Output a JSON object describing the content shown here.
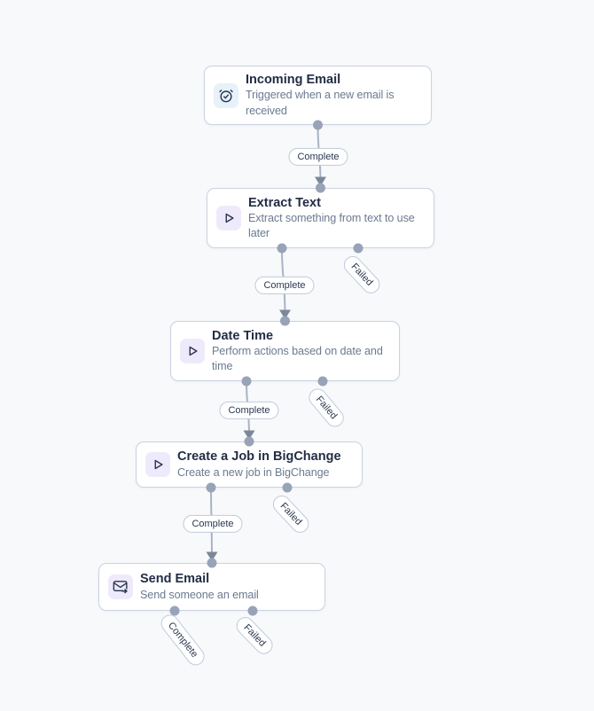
{
  "workflow": {
    "nodes": [
      {
        "id": "incoming-email",
        "type": "trigger",
        "icon": "alarm-clock-check-icon",
        "icon_bg": "#e7f1fa",
        "title": "Incoming Email",
        "subtitle": "Triggered when a new email is received"
      },
      {
        "id": "extract-text",
        "type": "action",
        "icon": "play-icon",
        "icon_bg": "#efeafb",
        "title": "Extract Text",
        "subtitle": "Extract something from text to use later"
      },
      {
        "id": "date-time",
        "type": "action",
        "icon": "play-icon",
        "icon_bg": "#efeafb",
        "title": "Date Time",
        "subtitle": "Perform actions based on date and time"
      },
      {
        "id": "create-job-bigchange",
        "type": "action",
        "icon": "play-icon",
        "icon_bg": "#efeafb",
        "title": "Create a Job in BigChange",
        "subtitle": "Create a new job in BigChange"
      },
      {
        "id": "send-email",
        "type": "action",
        "icon": "mail-send-icon",
        "icon_bg": "#efeafb",
        "title": "Send Email",
        "subtitle": "Send someone an email"
      }
    ],
    "edge_labels": {
      "complete": "Complete",
      "failed": "Failed"
    },
    "colors": {
      "canvas_bg": "#f8f9fb",
      "node_bg": "#ffffff",
      "node_border": "#c9d3e1",
      "title_text": "#222d45",
      "subtitle_text": "#6b7a90",
      "trigger_icon_bg": "#e7f1fa",
      "action_icon_bg": "#efeafb",
      "icon_stroke": "#2a3550",
      "edge_line": "#a9b3c4",
      "port_dot": "#98a3b7",
      "arrowhead": "#7b879b",
      "pill_border": "#bfcbdc",
      "pill_text": "#2b3750"
    }
  }
}
